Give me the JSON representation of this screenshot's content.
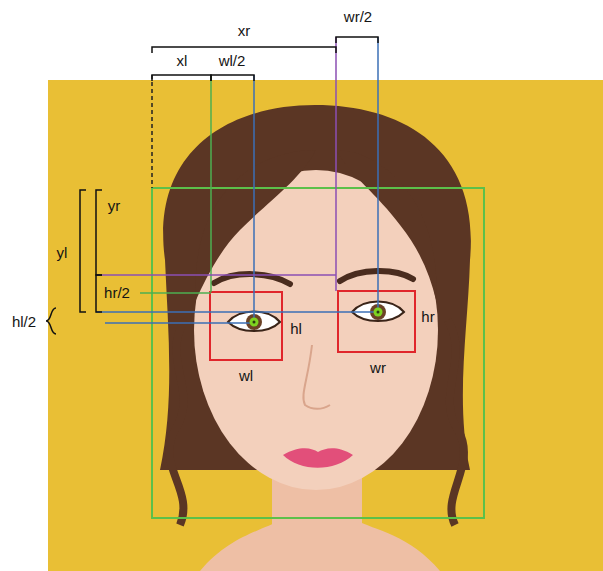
{
  "diagram": {
    "labels": [
      "xr",
      "wr/2",
      "xl",
      "wl/2",
      "yr",
      "yl",
      "hr/2",
      "hl/2",
      "hl",
      "hr",
      "wl",
      "wr"
    ]
  }
}
